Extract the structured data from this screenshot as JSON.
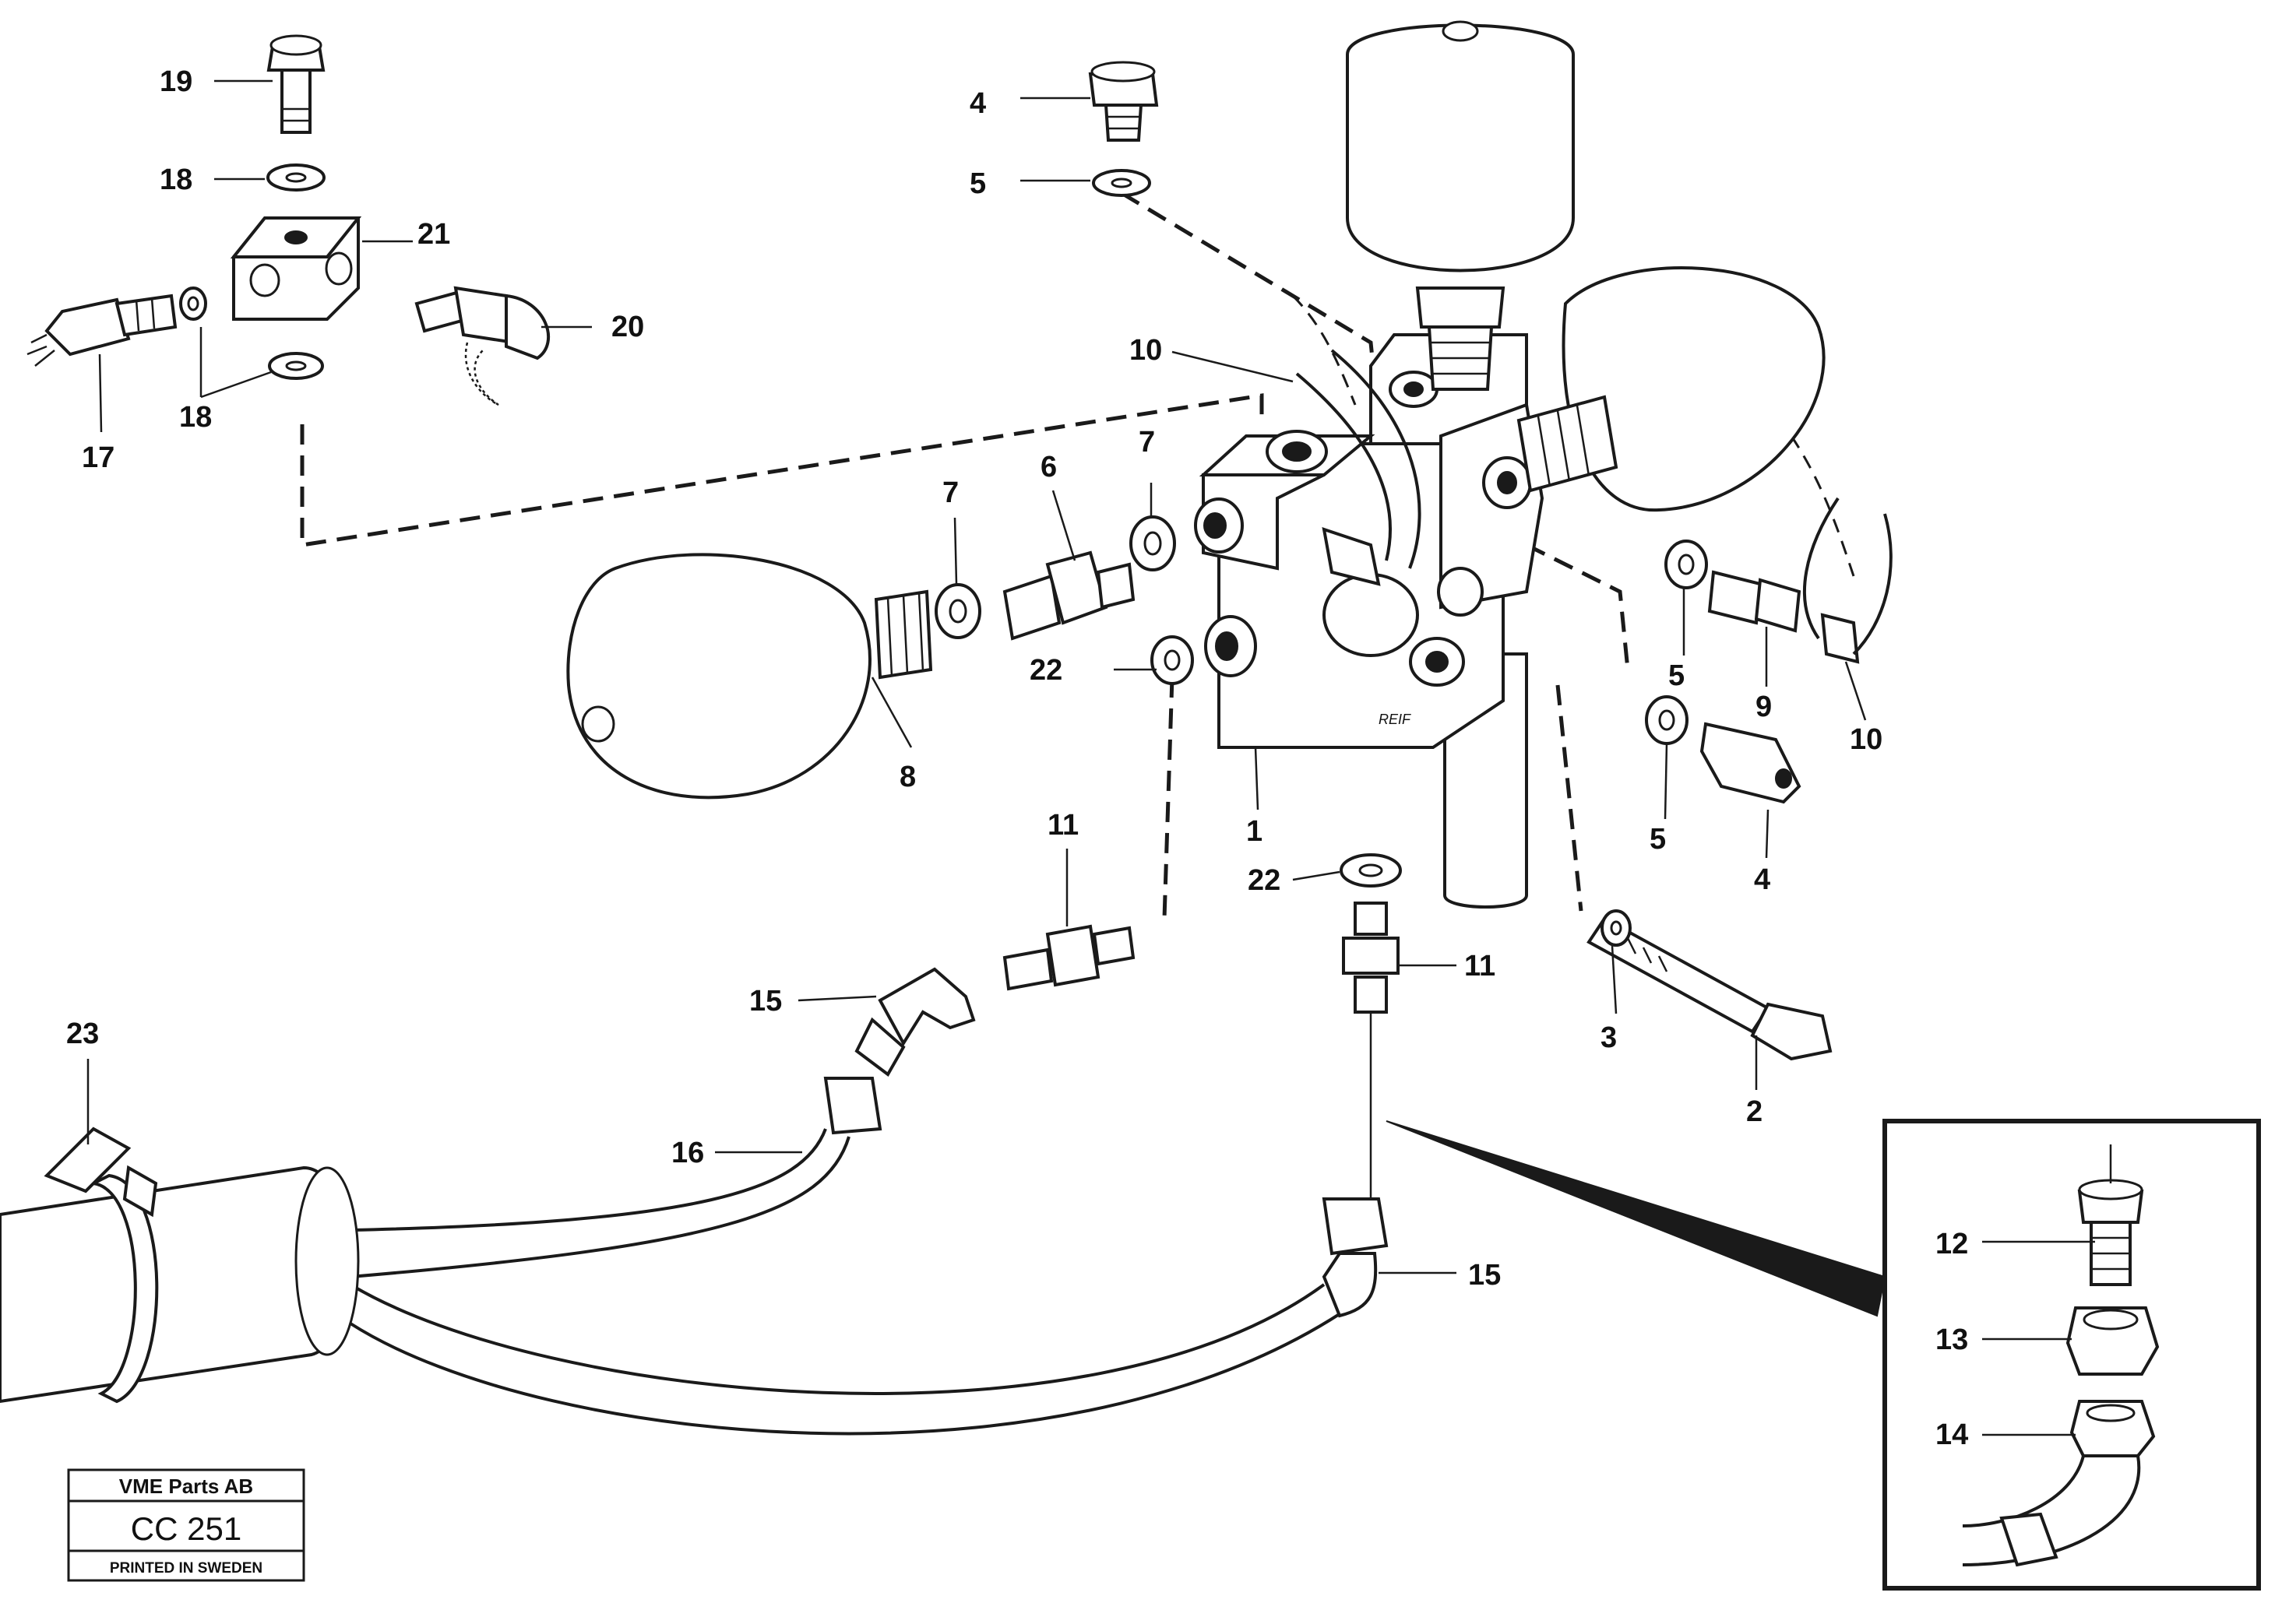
{
  "callouts": {
    "c1": "1",
    "c2": "2",
    "c3": "3",
    "c4a": "4",
    "c4b": "4",
    "c5a": "5",
    "c5b": "5",
    "c5c": "5",
    "c6": "6",
    "c7a": "7",
    "c7b": "7",
    "c8": "8",
    "c9": "9",
    "c10a": "10",
    "c10b": "10",
    "c11a": "11",
    "c11b": "11",
    "c12": "12",
    "c13": "13",
    "c14": "14",
    "c15a": "15",
    "c15b": "15",
    "c16": "16",
    "c17": "17",
    "c18a": "18",
    "c18b": "18",
    "c19": "19",
    "c20": "20",
    "c21": "21",
    "c22a": "22",
    "c22b": "22",
    "c23": "23"
  },
  "body_marking": "REIF",
  "stamp": {
    "company": "VME Parts AB",
    "code": "CC 251",
    "printed": "PRINTED IN SWEDEN"
  }
}
